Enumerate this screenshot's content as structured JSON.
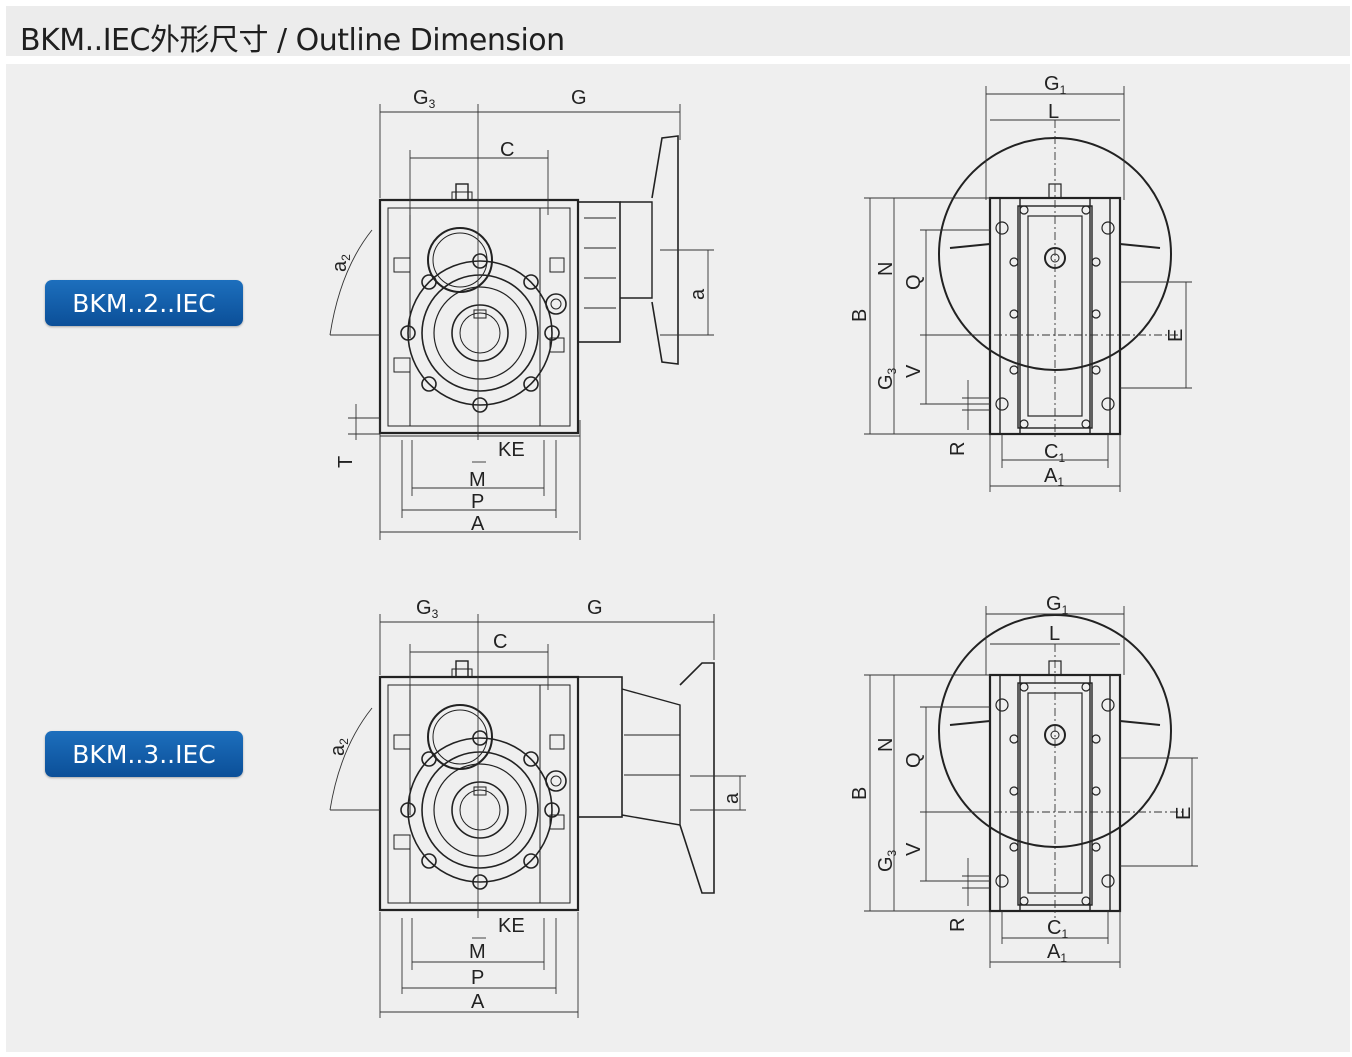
{
  "page": {
    "title": "BKM..IEC外形尺寸 / Outline Dimension"
  },
  "models": [
    {
      "label": "BKM..2..IEC"
    },
    {
      "label": "BKM..3..IEC"
    }
  ],
  "dims": {
    "G3": "G",
    "G3_sub": "3",
    "G": "G",
    "C": "C",
    "a2": "a",
    "a2_sub": "2",
    "a": "a",
    "T": "T",
    "KE": "KE",
    "M": "M",
    "P": "P",
    "A": "A",
    "G1": "G",
    "G1_sub": "1",
    "L": "L",
    "N": "N",
    "Q": "Q",
    "B": "B",
    "V": "V",
    "E": "E",
    "R": "R",
    "C1": "C",
    "C1_sub": "1",
    "A1": "A",
    "A1_sub": "1"
  },
  "colors": {
    "button": "#0b4f98",
    "line": "#222222",
    "panel": "#efefef"
  }
}
